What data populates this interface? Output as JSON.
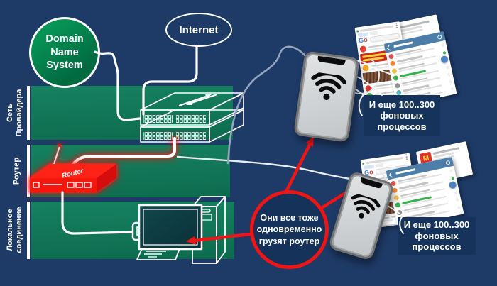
{
  "palette": {
    "background": "#1e3a66",
    "band_green_top": "#168160",
    "band_green_bottom": "#0d6b4e",
    "alert_red": "#ed1515",
    "router_red": "#f5130e",
    "note_box_bg": "#16345b",
    "cable_white": "#ffffff",
    "cable_gray": "#93a5bc",
    "chat_header_blue": "#4d7ea9",
    "google_blue": "#4285f4",
    "google_red": "#ea4335",
    "wifi_icon_black": "#0b0b0b",
    "dns_green": "#0aa35e"
  },
  "dns": {
    "lines": [
      "Domain",
      "Name",
      "System"
    ]
  },
  "internet": {
    "label": "Internet"
  },
  "bands": [
    {
      "label_lines": [
        "Сеть",
        "Провайдера"
      ]
    },
    {
      "label_lines": [
        "Роутер"
      ]
    },
    {
      "label_lines": [
        "Локальное",
        "соединение"
      ]
    }
  ],
  "devices": {
    "router_label": "Router"
  },
  "callout": {
    "lines": [
      "Они все тоже",
      "одновременно",
      "грузят роутер"
    ]
  },
  "notes": [
    {
      "lines": [
        "И еще 100..300",
        "фоновых",
        "процессов"
      ]
    },
    {
      "lines": [
        "И еще 100..300",
        "фоновых",
        "процессов"
      ]
    }
  ],
  "phone_screens": {
    "google_logo_letters": [
      "G",
      "o"
    ],
    "app_logo_letter": "М",
    "chat_rows": [
      {
        "avatar": "#d85450"
      },
      {
        "avatar": "#ef8b3f",
        "tick": true
      },
      {
        "avatar": "#f2c24e",
        "tick": true
      },
      {
        "avatar": "#35b24a",
        "name_color": "#35b24a"
      },
      {
        "avatar": "#929292"
      },
      {
        "avatar": "#57b7c9"
      },
      {
        "avatar": "#4a82c4"
      }
    ],
    "browser_rows": [
      {
        "type": "icon",
        "color": "#e63b2e"
      },
      {
        "type": "banner",
        "color": "#d3261f",
        "accent": "#ffd43d"
      },
      {
        "type": "icon",
        "color": "#f5a623"
      },
      {
        "type": "photo",
        "color": "#7a4a2e"
      },
      {
        "type": "icon",
        "color": "#d8332a"
      },
      {
        "type": "icon",
        "color": "#3fae49"
      },
      {
        "type": "icon",
        "color": "#57b7c9"
      }
    ]
  }
}
